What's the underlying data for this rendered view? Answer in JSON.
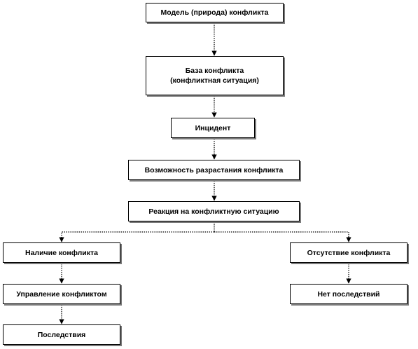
{
  "diagram": {
    "nodes": {
      "model": "Модель (природа) конфликта",
      "base": "База конфликта\n(конфликтная ситуация)",
      "incident": "Инцидент",
      "growth": "Возможность разрастания конфликта",
      "reaction": "Реакция на конфликтную ситуацию",
      "presence": "Наличие конфликта",
      "absence": "Отсутствие конфликта",
      "management": "Управление конфликтом",
      "no_consequences": "Нет последствий",
      "consequences": "Последствия"
    },
    "edges": [
      [
        "model",
        "base"
      ],
      [
        "base",
        "incident"
      ],
      [
        "incident",
        "growth"
      ],
      [
        "growth",
        "reaction"
      ],
      [
        "reaction",
        "presence"
      ],
      [
        "reaction",
        "absence"
      ],
      [
        "presence",
        "management"
      ],
      [
        "absence",
        "no_consequences"
      ],
      [
        "management",
        "consequences"
      ]
    ],
    "style": {
      "line_color": "#000000",
      "shadow_color": "#7a7a7a",
      "connector": "dotted-arrow"
    }
  }
}
